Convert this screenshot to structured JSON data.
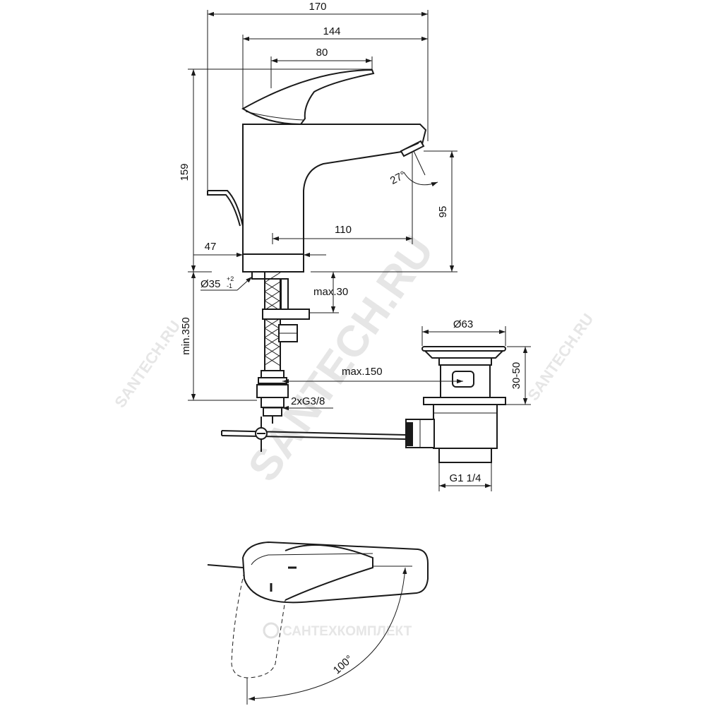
{
  "watermark": {
    "main": "SANTECH.RU",
    "small_left": "SANTECH.RU",
    "small_right": "SANTECH.RU",
    "brand": "САНТЕХКОМПЛЕКТ"
  },
  "dimensions": {
    "width_total": "170",
    "width_spout": "144",
    "width_lever": "80",
    "height_total": "159",
    "spout_height": "95",
    "spout_reach": "110",
    "base_offset": "47",
    "spout_angle": "27°",
    "base_diameter": "Ø35",
    "base_tol_plus": "+2",
    "base_tol_minus": "-1",
    "max_thickness": "max.30",
    "hose_length": "min.350",
    "hose_thread": "2xG3/8",
    "rod_length": "max.150",
    "drain_diameter": "Ø63",
    "drain_range": "30-50",
    "drain_thread": "G1 1/4",
    "lever_rotation": "100°"
  },
  "colors": {
    "line": "#1a1a1a",
    "watermark": "#e6e6e6"
  }
}
